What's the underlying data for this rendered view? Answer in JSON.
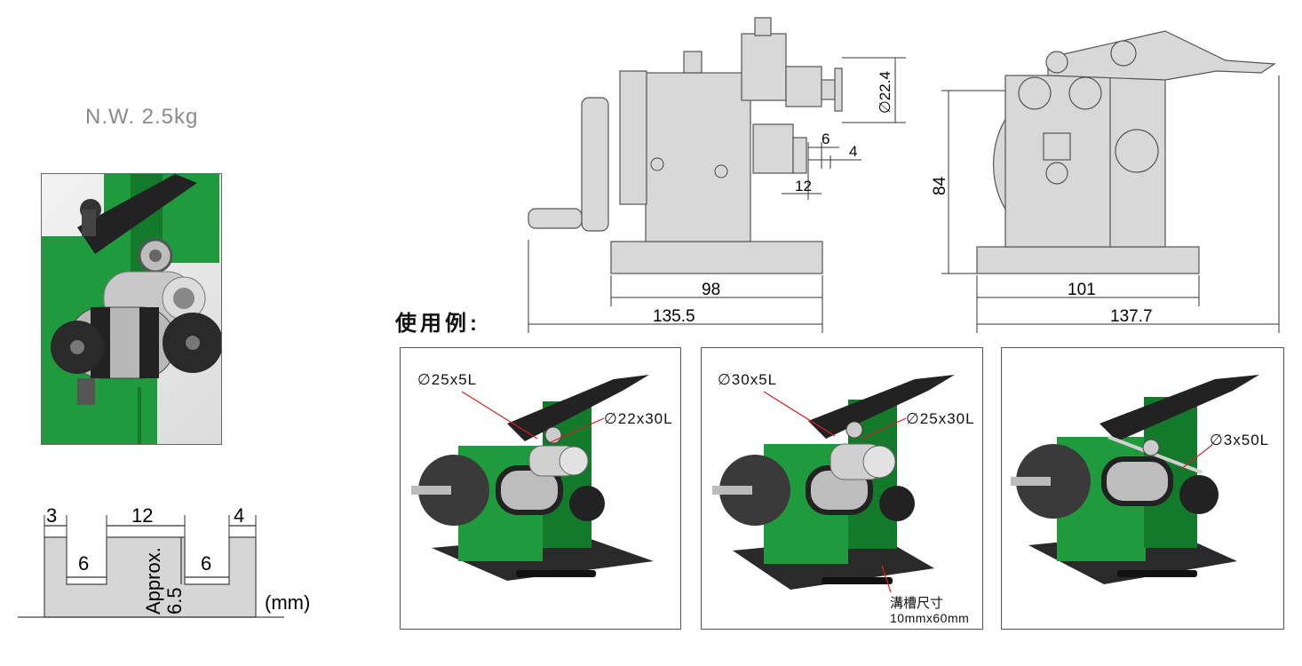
{
  "net_weight": "N.W. 2.5kg",
  "examples_title": "使用例:",
  "side_view": {
    "dim_diameter": "∅22.4",
    "dim_6": "6",
    "dim_4": "4",
    "dim_12": "12",
    "dim_base": "98",
    "dim_total": "135.5"
  },
  "front_view": {
    "dim_height": "84",
    "dim_base": "101",
    "dim_total": "137.7"
  },
  "groove_profile": {
    "dim_3": "3",
    "dim_12": "12",
    "dim_4": "4",
    "dim_6_left": "6",
    "dim_6_right": "6",
    "depth_line1": "Approx.",
    "depth_line2": "6.5",
    "unit": "(mm)"
  },
  "examples": [
    {
      "label_a": "∅25x5L",
      "label_b": "∅22x30L"
    },
    {
      "label_a": "∅30x5L",
      "label_b": "∅25x30L",
      "slot_title": "溝槽尺寸",
      "slot_size": "10mmx60mm"
    },
    {
      "label_a": "∅3x50L"
    }
  ],
  "colors": {
    "machine_green": "#1f9a3c",
    "dark_green": "#137a2b",
    "base_black": "#2a2a2a",
    "drawing_gray": "#d8d8d8",
    "arrow_red": "#d42020"
  }
}
